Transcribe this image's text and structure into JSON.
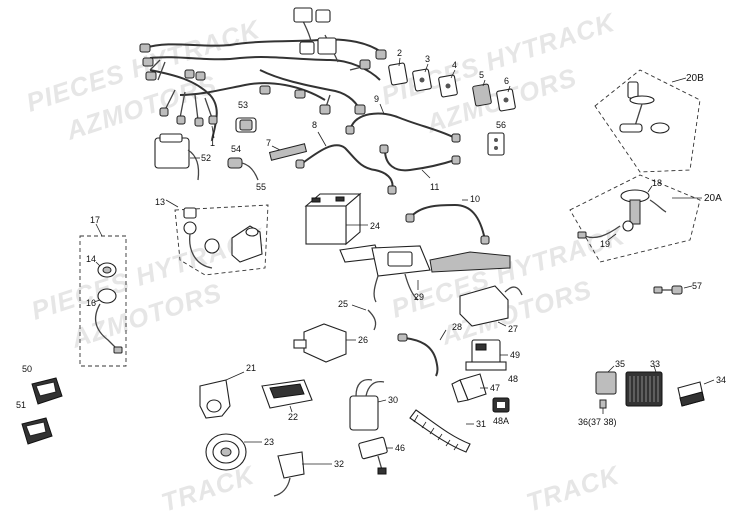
{
  "watermarks": [
    {
      "text": "PIECES HYTRACK"
    },
    {
      "text": "AZMOTORS"
    },
    {
      "text": "PIECES HYTRACK"
    },
    {
      "text": "AZMOTORS"
    },
    {
      "text": "PIECES HYTRACK"
    },
    {
      "text": "AZMOTORS"
    },
    {
      "text": "PIECES HYTRACK"
    },
    {
      "text": "AZMOTORS"
    },
    {
      "text": "TRACK"
    },
    {
      "text": "TRACK"
    }
  ],
  "labels": {
    "p1": "1",
    "p2": "2",
    "p3": "3",
    "p4": "4",
    "p5": "5",
    "p6": "6",
    "p7": "7",
    "p8": "8",
    "p9": "9",
    "p10": "10",
    "p11": "11",
    "p13": "13",
    "p14": "14",
    "p16": "16",
    "p17": "17",
    "p18": "18",
    "p19": "19",
    "p20A": "20A",
    "p20B": "20B",
    "p21": "21",
    "p22": "22",
    "p23": "23",
    "p24": "24",
    "p25": "25",
    "p26": "26",
    "p27": "27",
    "p28": "28",
    "p29": "29",
    "p30": "30",
    "p31": "31",
    "p32": "32",
    "p33": "33",
    "p34": "34",
    "p35": "35",
    "p36": "36(37 38)",
    "p46": "46",
    "p47": "47",
    "p48": "48",
    "p48A": "48A",
    "p49": "49",
    "p50": "50",
    "p51": "51",
    "p52": "52",
    "p53": "53",
    "p54": "54",
    "p55": "55",
    "p56": "56",
    "p57": "57"
  }
}
